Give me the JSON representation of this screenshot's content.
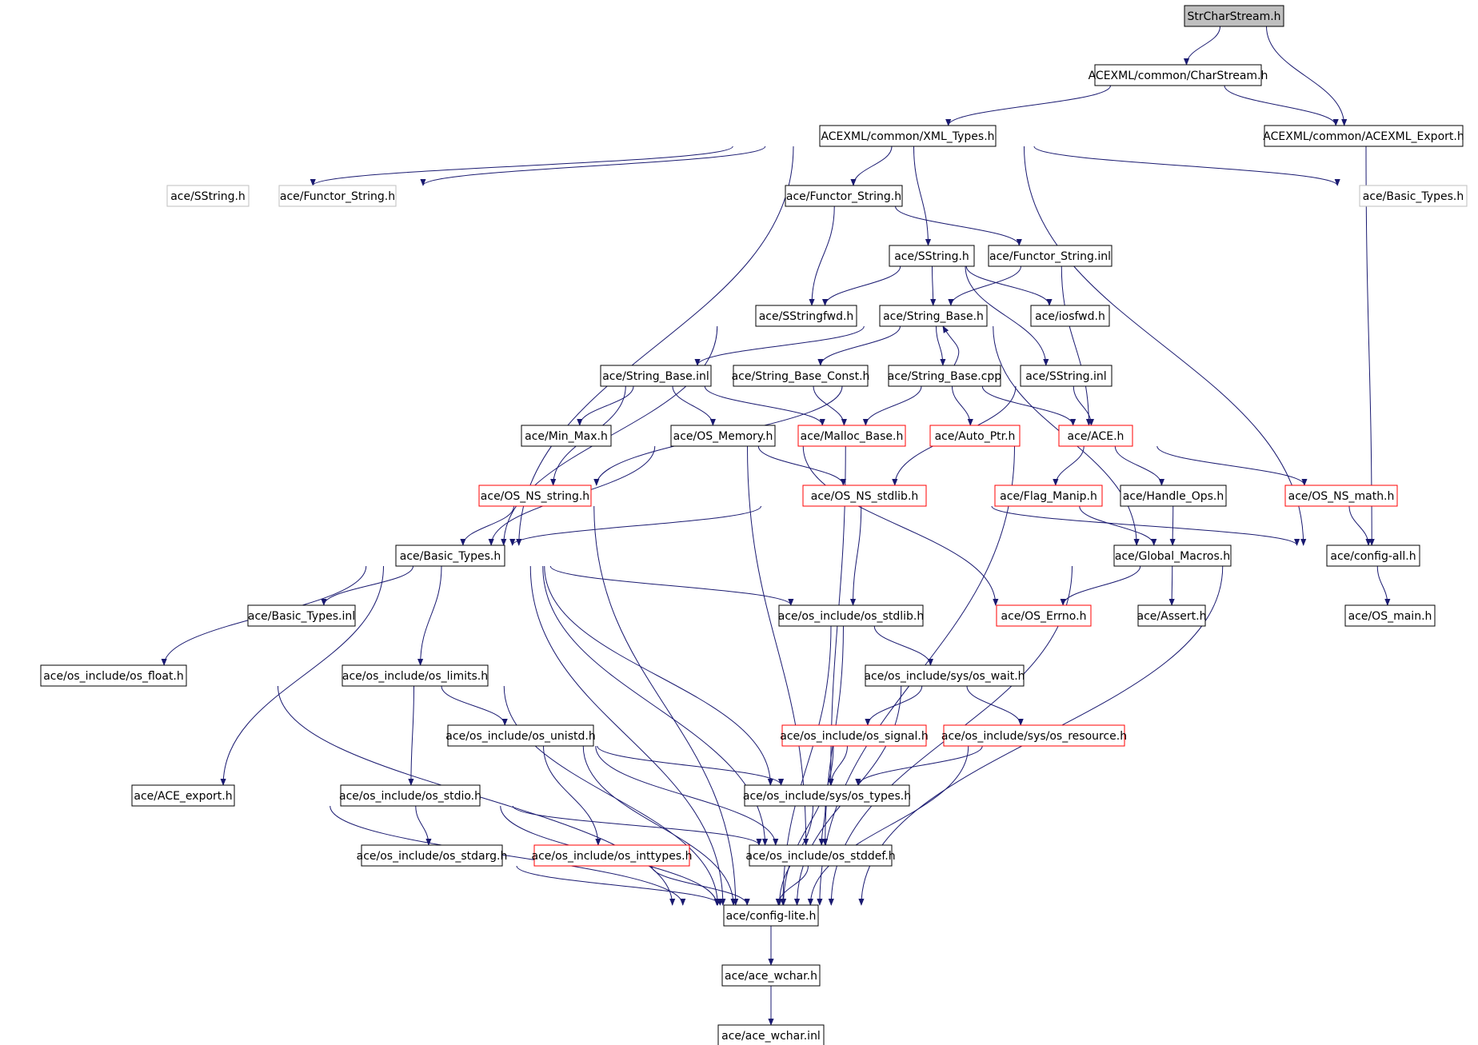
{
  "colors": {
    "edge": "#191970",
    "node_border": "#000000",
    "node_border_truncated": "#ff0000",
    "node_border_external": "#bfbfbf",
    "root_fill": "#bfbfbf",
    "text": "#000000"
  },
  "diagram": {
    "type": "include-dependency-graph",
    "nodes": [
      {
        "id": "n0",
        "label": "StrCharStream.h",
        "style": "root"
      },
      {
        "id": "n1",
        "label": "ACEXML/common/CharStream.h",
        "style": "normal"
      },
      {
        "id": "n2",
        "label": "ACEXML/common/XML_Types.h",
        "style": "normal"
      },
      {
        "id": "n3",
        "label": "ACEXML/common/ACEXML_Export.h",
        "style": "normal"
      },
      {
        "id": "n4",
        "label": "ace/SString.h",
        "style": "external"
      },
      {
        "id": "n5",
        "label": "ace/Functor_String.h",
        "style": "external"
      },
      {
        "id": "n6",
        "label": "ace/Functor_String.h",
        "style": "normal"
      },
      {
        "id": "n7",
        "label": "ace/Basic_Types.h",
        "style": "external"
      },
      {
        "id": "n8",
        "label": "ace/SString.h",
        "style": "normal"
      },
      {
        "id": "n9",
        "label": "ace/Functor_String.inl",
        "style": "normal"
      },
      {
        "id": "n10",
        "label": "ace/SStringfwd.h",
        "style": "normal"
      },
      {
        "id": "n11",
        "label": "ace/String_Base.h",
        "style": "normal"
      },
      {
        "id": "n12",
        "label": "ace/iosfwd.h",
        "style": "normal"
      },
      {
        "id": "n13",
        "label": "ace/String_Base.inl",
        "style": "normal"
      },
      {
        "id": "n14",
        "label": "ace/String_Base_Const.h",
        "style": "normal"
      },
      {
        "id": "n15",
        "label": "ace/String_Base.cpp",
        "style": "normal"
      },
      {
        "id": "n16",
        "label": "ace/SString.inl",
        "style": "normal"
      },
      {
        "id": "n17",
        "label": "ace/Min_Max.h",
        "style": "normal"
      },
      {
        "id": "n18",
        "label": "ace/OS_Memory.h",
        "style": "normal"
      },
      {
        "id": "n19",
        "label": "ace/Malloc_Base.h",
        "style": "truncated"
      },
      {
        "id": "n20",
        "label": "ace/Auto_Ptr.h",
        "style": "truncated"
      },
      {
        "id": "n21",
        "label": "ace/ACE.h",
        "style": "truncated"
      },
      {
        "id": "n22",
        "label": "ace/OS_NS_string.h",
        "style": "truncated"
      },
      {
        "id": "n23",
        "label": "ace/OS_NS_stdlib.h",
        "style": "truncated"
      },
      {
        "id": "n24",
        "label": "ace/Flag_Manip.h",
        "style": "truncated"
      },
      {
        "id": "n25",
        "label": "ace/Handle_Ops.h",
        "style": "normal"
      },
      {
        "id": "n26",
        "label": "ace/OS_NS_math.h",
        "style": "truncated"
      },
      {
        "id": "n27",
        "label": "ace/Basic_Types.h",
        "style": "normal"
      },
      {
        "id": "n28",
        "label": "ace/Global_Macros.h",
        "style": "normal"
      },
      {
        "id": "n29",
        "label": "ace/config-all.h",
        "style": "normal"
      },
      {
        "id": "n30",
        "label": "ace/Basic_Types.inl",
        "style": "normal"
      },
      {
        "id": "n31",
        "label": "ace/os_include/os_stdlib.h",
        "style": "normal"
      },
      {
        "id": "n32",
        "label": "ace/OS_Errno.h",
        "style": "truncated"
      },
      {
        "id": "n33",
        "label": "ace/Assert.h",
        "style": "normal"
      },
      {
        "id": "n34",
        "label": "ace/OS_main.h",
        "style": "normal"
      },
      {
        "id": "n35",
        "label": "ace/os_include/os_float.h",
        "style": "normal"
      },
      {
        "id": "n36",
        "label": "ace/os_include/os_limits.h",
        "style": "normal"
      },
      {
        "id": "n37",
        "label": "ace/os_include/sys/os_wait.h",
        "style": "normal"
      },
      {
        "id": "n38",
        "label": "ace/os_include/os_unistd.h",
        "style": "normal"
      },
      {
        "id": "n39",
        "label": "ace/os_include/os_signal.h",
        "style": "truncated"
      },
      {
        "id": "n40",
        "label": "ace/os_include/sys/os_resource.h",
        "style": "truncated"
      },
      {
        "id": "n41",
        "label": "ace/ACE_export.h",
        "style": "normal"
      },
      {
        "id": "n42",
        "label": "ace/os_include/os_stdio.h",
        "style": "normal"
      },
      {
        "id": "n43",
        "label": "ace/os_include/sys/os_types.h",
        "style": "normal"
      },
      {
        "id": "n44",
        "label": "ace/os_include/os_stdarg.h",
        "style": "normal"
      },
      {
        "id": "n45",
        "label": "ace/os_include/os_inttypes.h",
        "style": "truncated"
      },
      {
        "id": "n46",
        "label": "ace/os_include/os_stddef.h",
        "style": "normal"
      },
      {
        "id": "n47",
        "label": "ace/config-lite.h",
        "style": "normal"
      },
      {
        "id": "n48",
        "label": "ace/ace_wchar.h",
        "style": "normal"
      },
      {
        "id": "n49",
        "label": "ace/ace_wchar.inl",
        "style": "normal"
      }
    ],
    "edges": [
      [
        "n0",
        "n1"
      ],
      [
        "n0",
        "n3"
      ],
      [
        "n1",
        "n2"
      ],
      [
        "n1",
        "n3"
      ],
      [
        "n3",
        "n29"
      ],
      [
        "n2",
        "n4"
      ],
      [
        "n2",
        "n5"
      ],
      [
        "n2",
        "n6"
      ],
      [
        "n2",
        "n8"
      ],
      [
        "n2",
        "n7"
      ],
      [
        "n2",
        "n27"
      ],
      [
        "n2",
        "n29"
      ],
      [
        "n6",
        "n9"
      ],
      [
        "n6",
        "n10"
      ],
      [
        "n9",
        "n11"
      ],
      [
        "n9",
        "n21"
      ],
      [
        "n8",
        "n10"
      ],
      [
        "n8",
        "n11"
      ],
      [
        "n8",
        "n12"
      ],
      [
        "n8",
        "n16"
      ],
      [
        "n10",
        "n27"
      ],
      [
        "n11",
        "n13"
      ],
      [
        "n11",
        "n14"
      ],
      [
        "n11",
        "n15"
      ],
      [
        "n11",
        "n28"
      ],
      [
        "n15",
        "n11"
      ],
      [
        "n13",
        "n17"
      ],
      [
        "n13",
        "n18"
      ],
      [
        "n13",
        "n19"
      ],
      [
        "n13",
        "n22"
      ],
      [
        "n14",
        "n19"
      ],
      [
        "n15",
        "n19"
      ],
      [
        "n15",
        "n20"
      ],
      [
        "n15",
        "n21"
      ],
      [
        "n15",
        "n22"
      ],
      [
        "n16",
        "n21"
      ],
      [
        "n16",
        "n23"
      ],
      [
        "n18",
        "n27"
      ],
      [
        "n18",
        "n23"
      ],
      [
        "n18",
        "n32"
      ],
      [
        "n18",
        "n46"
      ],
      [
        "n19",
        "n43"
      ],
      [
        "n21",
        "n24"
      ],
      [
        "n21",
        "n25"
      ],
      [
        "n21",
        "n26"
      ],
      [
        "n21",
        "n47"
      ],
      [
        "n22",
        "n27"
      ],
      [
        "n22",
        "n47"
      ],
      [
        "n23",
        "n27"
      ],
      [
        "n23",
        "n31"
      ],
      [
        "n23",
        "n29"
      ],
      [
        "n24",
        "n28"
      ],
      [
        "n25",
        "n28"
      ],
      [
        "n26",
        "n29"
      ],
      [
        "n28",
        "n32"
      ],
      [
        "n28",
        "n33"
      ],
      [
        "n28",
        "n47"
      ],
      [
        "n29",
        "n34"
      ],
      [
        "n29",
        "n47"
      ],
      [
        "n27",
        "n30"
      ],
      [
        "n27",
        "n31"
      ],
      [
        "n27",
        "n35"
      ],
      [
        "n27",
        "n36"
      ],
      [
        "n27",
        "n41"
      ],
      [
        "n27",
        "n43"
      ],
      [
        "n27",
        "n46"
      ],
      [
        "n27",
        "n47"
      ],
      [
        "n31",
        "n37"
      ],
      [
        "n31",
        "n46"
      ],
      [
        "n31",
        "n47"
      ],
      [
        "n37",
        "n39"
      ],
      [
        "n37",
        "n40"
      ],
      [
        "n37",
        "n47"
      ],
      [
        "n39",
        "n43"
      ],
      [
        "n39",
        "n47"
      ],
      [
        "n40",
        "n43"
      ],
      [
        "n40",
        "n47"
      ],
      [
        "n35",
        "n47"
      ],
      [
        "n36",
        "n38"
      ],
      [
        "n36",
        "n42"
      ],
      [
        "n36",
        "n47"
      ],
      [
        "n38",
        "n43"
      ],
      [
        "n38",
        "n45"
      ],
      [
        "n38",
        "n46"
      ],
      [
        "n38",
        "n47"
      ],
      [
        "n42",
        "n44"
      ],
      [
        "n42",
        "n46"
      ],
      [
        "n42",
        "n47"
      ],
      [
        "n41",
        "n47"
      ],
      [
        "n44",
        "n47"
      ],
      [
        "n45",
        "n47"
      ],
      [
        "n43",
        "n46"
      ],
      [
        "n43",
        "n47"
      ],
      [
        "n46",
        "n47"
      ],
      [
        "n47",
        "n48"
      ],
      [
        "n48",
        "n49"
      ]
    ]
  }
}
